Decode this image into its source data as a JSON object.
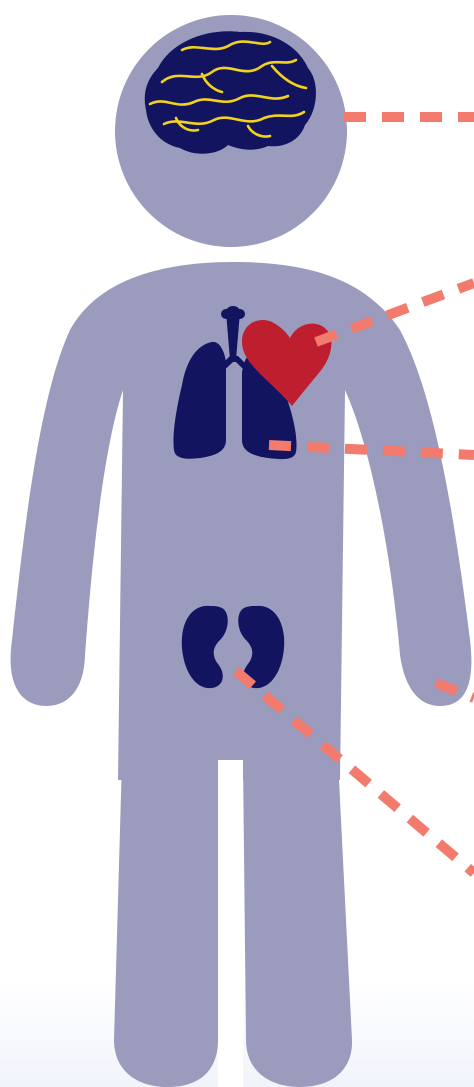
{
  "figure": {
    "body_color": "#9a9bbd",
    "organ_color": "#121460",
    "heart_color": "#be1e2d",
    "brain_vein_color": "#f2d21c",
    "connector_color": "#f27b6e",
    "background_color": "#ffffff",
    "connector_style": "dashed"
  },
  "organs": [
    {
      "name": "brain",
      "icon": "brain-icon"
    },
    {
      "name": "heart",
      "icon": "heart-icon"
    },
    {
      "name": "lungs",
      "icon": "lungs-icon"
    },
    {
      "name": "kidneys",
      "icon": "kidneys-icon"
    }
  ]
}
